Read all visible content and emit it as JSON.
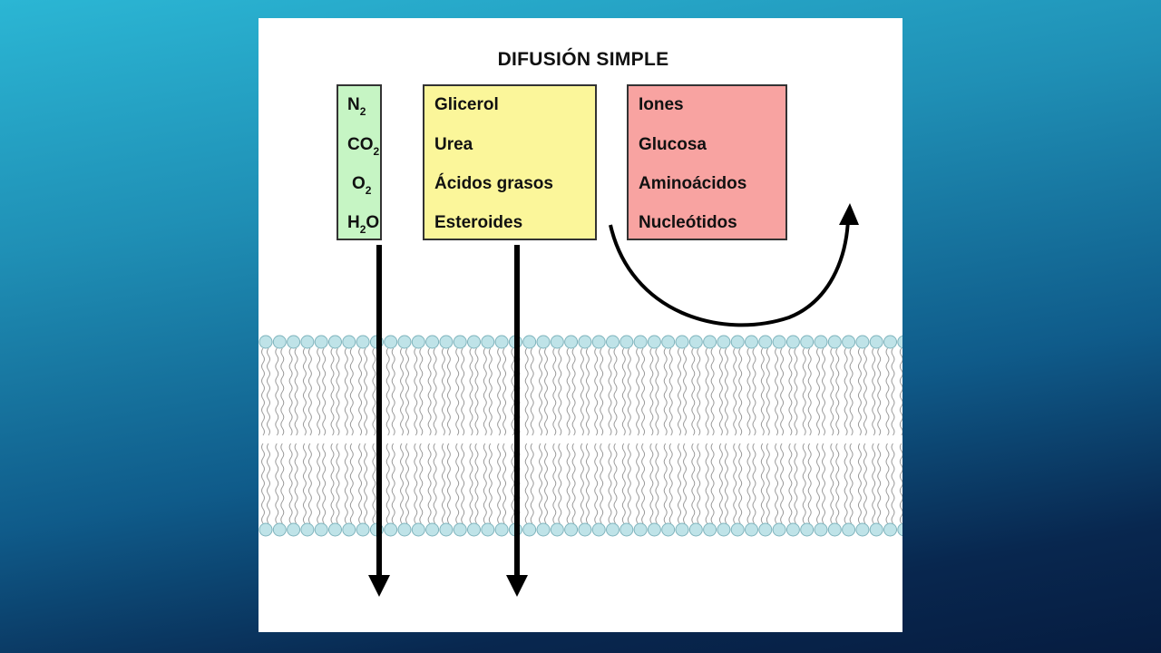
{
  "title": "DIFUSIÓN SIMPLE",
  "permeable_gases": [
    {
      "base": "N",
      "sub": "2",
      "tail": ""
    },
    {
      "base": "CO",
      "sub": "2",
      "tail": ""
    },
    {
      "base": "O",
      "sub": "2",
      "tail": ""
    },
    {
      "base": "H",
      "sub": "2",
      "tail": "O"
    }
  ],
  "permeable_small_molecules": [
    "Glicerol",
    "Urea",
    "Ácidos grasos",
    "Esteroides"
  ],
  "impermeable_molecules": [
    "Iones",
    "Glucosa",
    "Aminoácidos",
    "Nucleótidos"
  ],
  "colors": {
    "gases_box": "#c6f5c4",
    "small_molecules_box": "#fbf69a",
    "impermeable_box": "#f8a3a1",
    "lipid_head": "#bfe3e8",
    "lipid_head_stroke": "#7fb4bd",
    "lipid_tail": "#9a9a9a"
  },
  "icons": [
    "arrow-down-icon",
    "curved-arrow-icon"
  ]
}
